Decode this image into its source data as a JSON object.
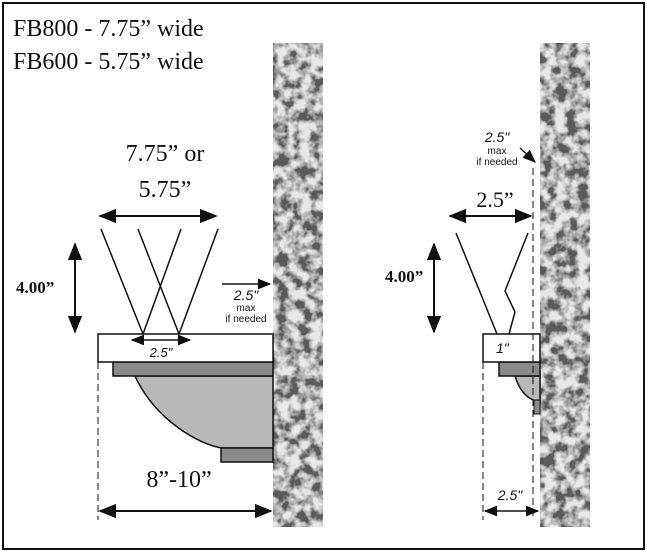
{
  "title": {
    "line1": "FB800 - 7.75” wide",
    "line2": "FB600 - 5.75” wide"
  },
  "left": {
    "width_line1": "7.75” or",
    "width_line2": "5.75”",
    "height": "4.00”",
    "gap_value": "2.5\"",
    "gap_max": "max",
    "gap_if_needed": "if needed",
    "inner_width": "2.5\"",
    "depth": "8”-10”"
  },
  "right": {
    "gap_value": "2.5\"",
    "gap_max": "max",
    "gap_if_needed": "if needed",
    "top_width": "2.5”",
    "height": "4.00”",
    "ledge": "1\"",
    "bottom_offset": "2.5\""
  },
  "colors": {
    "line": "#111111",
    "shade": "#b8b8b8",
    "shade_dark": "#8a8a8a",
    "stone_base": "#5a5a5a"
  }
}
